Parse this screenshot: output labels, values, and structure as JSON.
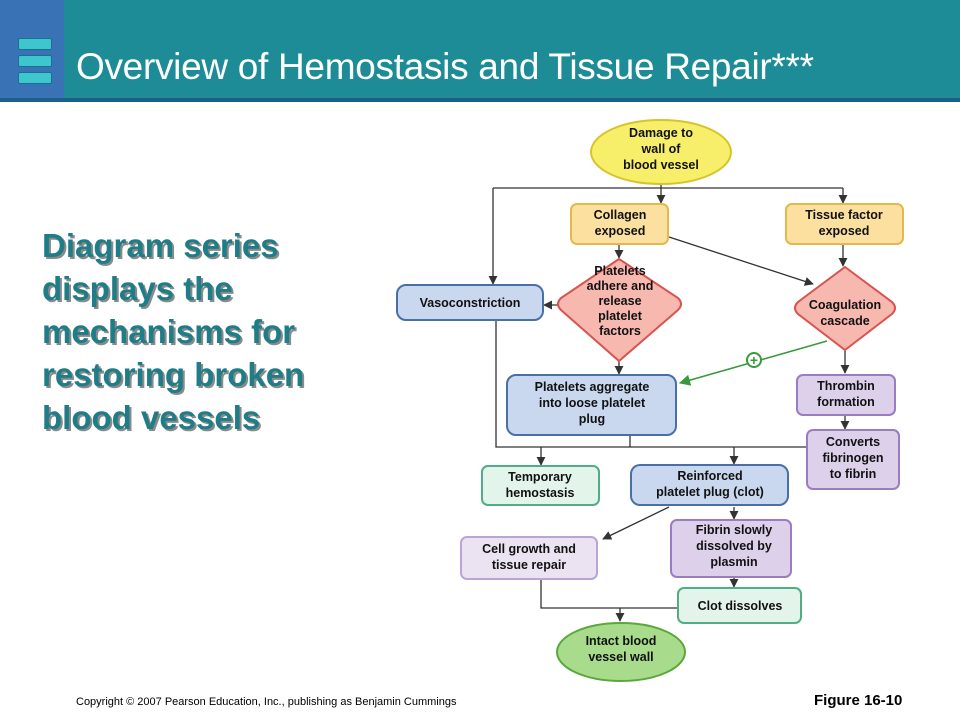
{
  "slide": {
    "title": "Overview of Hemostasis and Tissue Repair***",
    "subtitle": "Diagram series displays the mechanisms for restoring broken blood vessels",
    "copyright": "Copyright © 2007 Pearson Education, Inc., publishing as Benjamin Cummings",
    "figure": "Figure 16-10"
  },
  "diagram": {
    "plus_sign": "+",
    "nodes": {
      "damage": [
        "Damage to",
        "wall of",
        "blood vessel"
      ],
      "collagen": [
        "Collagen",
        "exposed"
      ],
      "tissue_factor": [
        "Tissue factor",
        "exposed"
      ],
      "vasoconstriction": [
        "Vasoconstriction"
      ],
      "platelets_adhere": [
        "Platelets",
        "adhere and",
        "release",
        "platelet",
        "factors"
      ],
      "coagulation": [
        "Coagulation",
        "cascade"
      ],
      "platelets_aggregate": [
        "Platelets aggregate",
        "into loose platelet",
        "plug"
      ],
      "thrombin": [
        "Thrombin",
        "formation"
      ],
      "converts_fibrinogen": [
        "Converts",
        "fibrinogen",
        "to fibrin"
      ],
      "temporary_hemostasis": [
        "Temporary",
        "hemostasis"
      ],
      "reinforced_plug": [
        "Reinforced",
        "platelet plug (clot)"
      ],
      "cell_growth": [
        "Cell growth and",
        "tissue repair"
      ],
      "fibrin_dissolved": [
        "Fibrin slowly",
        "dissolved by",
        "plasmin"
      ],
      "clot_dissolves": [
        "Clot dissolves"
      ],
      "intact_wall": [
        "Intact blood",
        "vessel wall"
      ]
    },
    "colors": {
      "start_end": "#f7ef6a",
      "exposed": "#fbe0a0",
      "blue_box": "#c9d8ee",
      "red_diamond": "#f7b8b0",
      "purple_box": "#ddd0ea",
      "green_box": "#e3f4ea",
      "end_fill": "#a8dc8c"
    }
  }
}
